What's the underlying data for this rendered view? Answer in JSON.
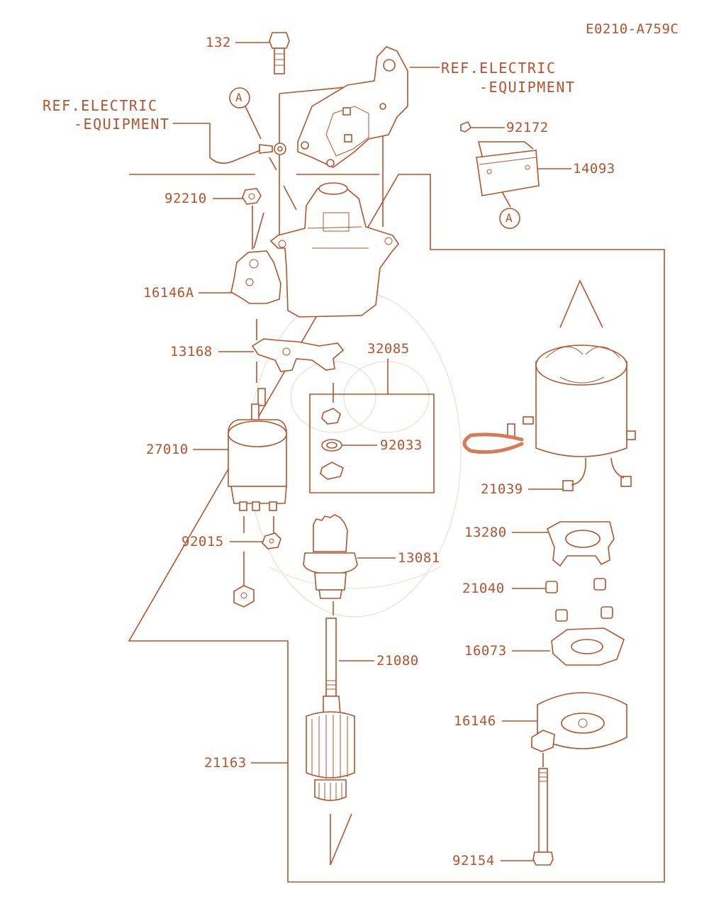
{
  "diagram": {
    "code": "E0210-A759C",
    "color": "#b5532c",
    "parts": [
      {
        "id": "p132",
        "number": "132"
      },
      {
        "id": "p92210",
        "number": "92210"
      },
      {
        "id": "p16146A",
        "number": "16146A"
      },
      {
        "id": "p13168",
        "number": "13168"
      },
      {
        "id": "p32085",
        "number": "32085"
      },
      {
        "id": "p27010",
        "number": "27010"
      },
      {
        "id": "p92033",
        "number": "92033"
      },
      {
        "id": "p92015",
        "number": "92015"
      },
      {
        "id": "p13081",
        "number": "13081"
      },
      {
        "id": "p21080",
        "number": "21080"
      },
      {
        "id": "p21163",
        "number": "21163"
      },
      {
        "id": "p92172",
        "number": "92172"
      },
      {
        "id": "p14093",
        "number": "14093"
      },
      {
        "id": "p21039",
        "number": "21039"
      },
      {
        "id": "p13280",
        "number": "13280"
      },
      {
        "id": "p21040",
        "number": "21040"
      },
      {
        "id": "p16073",
        "number": "16073"
      },
      {
        "id": "p16146",
        "number": "16146"
      },
      {
        "id": "p92154",
        "number": "92154"
      }
    ],
    "references": {
      "ref1_line1": "REF.ELECTRIC",
      "ref1_line2": "-EQUIPMENT",
      "ref2_line1": "REF.ELECTRIC",
      "ref2_line2": "-EQUIPMENT"
    },
    "callouts": {
      "a_top": "A",
      "a_right": "A"
    }
  }
}
